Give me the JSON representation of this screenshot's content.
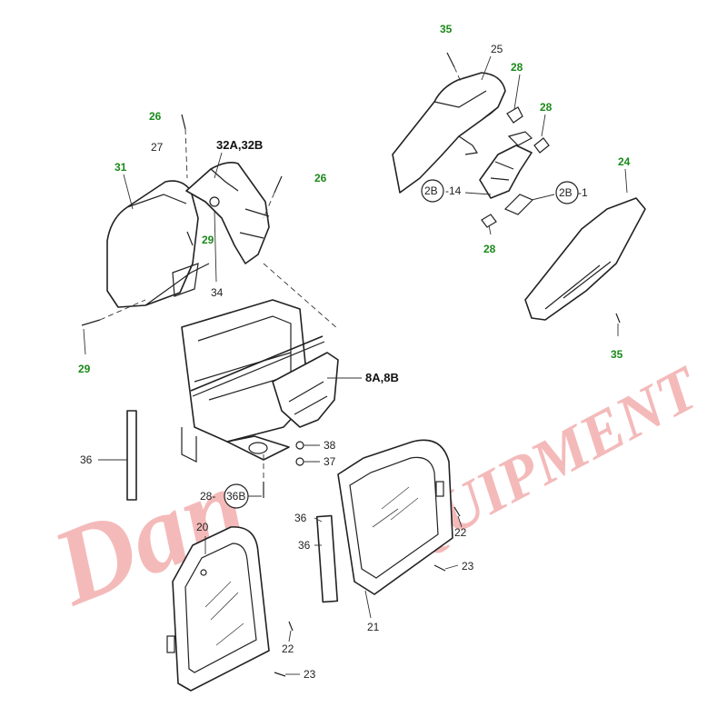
{
  "colors": {
    "line": "#222222",
    "green_label": "#1a8a1a",
    "watermark": "#e23b3b",
    "background": "#ffffff"
  },
  "watermark": {
    "script_part": "Dan",
    "block_part": "EQUIPMENT"
  },
  "labels": {
    "l35_top": "35",
    "l25": "25",
    "l28_a": "28",
    "l28_b": "28",
    "l24": "24",
    "l2b14_code": "2B",
    "l2b14_suffix": "-14",
    "l2b1_code": "2B",
    "l2b1_suffix": "-1",
    "l28_c": "28",
    "l35_bottom": "35",
    "l26_left": "26",
    "l27": "27",
    "l32": "32A,32B",
    "l26_right": "26",
    "l31": "31",
    "l29_inner": "29",
    "l34": "34",
    "l29_outer": "29",
    "l8": "8A,8B",
    "l36_left": "36",
    "l38": "38",
    "l37": "37",
    "l28_bottom_prefix": "28-",
    "l36b": "36B",
    "l36_mid_a": "36",
    "l36_mid_b": "36",
    "l22_right": "22",
    "l23_right": "23",
    "l21": "21",
    "l20": "20",
    "l22_left": "22",
    "l23_left": "23"
  }
}
